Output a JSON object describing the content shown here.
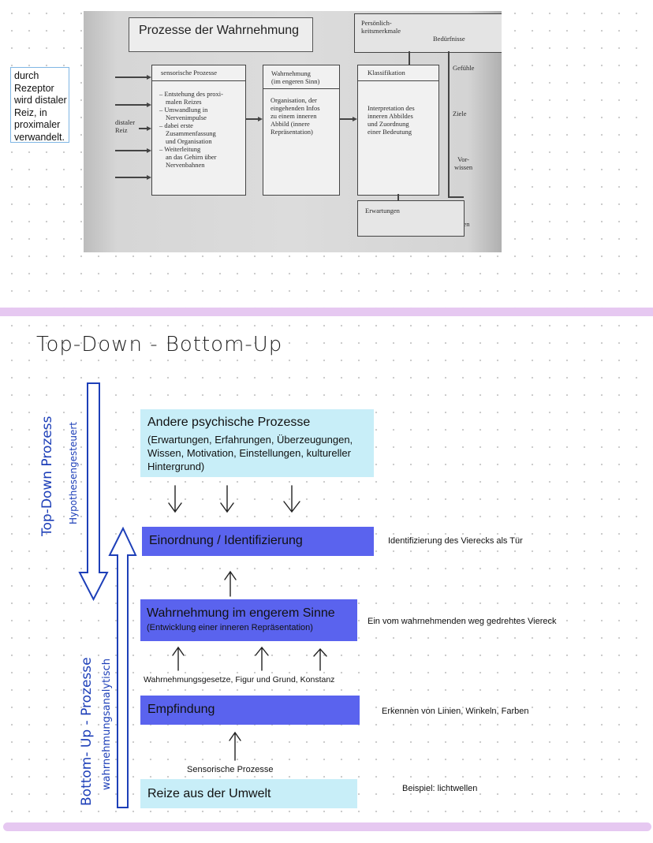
{
  "note": {
    "lines": [
      "durch",
      "Rezeptor",
      "wird distaler",
      "Reiz, in",
      "proximaler",
      "verwandelt."
    ]
  },
  "photo": {
    "title": "Prozesse der Wahrnehmung",
    "left_label": [
      "distaler",
      "Reiz"
    ],
    "box1": {
      "title": "sensorische Prozesse",
      "body": [
        "– Entstehung des proxi-",
        "malen Reizes",
        "– Umwandlung in",
        "Nervenimpulse",
        "– dabei erste",
        "Zusammenfassung",
        "und Organisation",
        "– Weiterleitung",
        "an das Gehirn über",
        "Nervenbahnen"
      ]
    },
    "box2": {
      "title": [
        "Wahrnehmung",
        "(im engeren Sinn)"
      ],
      "body": [
        "Organisation, der",
        "eingehenden Infos",
        "zu einem inneren",
        "Abbild (innere",
        "Repräsentation)"
      ]
    },
    "box3": {
      "title": "Klassifikation",
      "body": [
        "Interpretation des",
        "inneren Abbildes",
        "und Zuordnung",
        "einer Bedeutung"
      ]
    },
    "right_box": [
      "Persönlich-",
      "keitsmerkmale"
    ],
    "right_labels": {
      "beduerfnisse": "Bedürfnisse",
      "gefuehle": "Gefühle",
      "ziele": "Ziele",
      "vorwissen": [
        "Vor-",
        "wissen"
      ],
      "erfahrungen": "Erfahrungen"
    },
    "bottom_box": "Erwartungen"
  },
  "section2": {
    "heading": "Top-Down - Bottom-Up",
    "top_down_label": "Top-Down Prozess",
    "top_down_sub": "Hypothesengesteuert",
    "bottom_up_label": "Bottom- Up - Prozesse",
    "bottom_up_sub": "wahrnehmungsanalytisch",
    "boxes": {
      "andere": {
        "title": "Andere psychische Prozesse",
        "sub": [
          "(Erwartungen, Erfahrungen, Überzeugungen,",
          "Wissen, Motivation, Einstellungen, kultureller",
          "Hintergrund)"
        ]
      },
      "einordnung": "Einordnung / Identifizierung",
      "wahrnehmung": {
        "title": "Wahrnehmung im engerem Sinne",
        "sub": "(Entwicklung einer inneren Repräsentation)"
      },
      "empfindung": "Empfindung",
      "reize": "Reize aus der Umwelt"
    },
    "between": {
      "gesetze": "Wahrnehmungsgesetze, Figur und Grund, Konstanz",
      "sensorisch": "Sensorische Prozesse"
    },
    "side": {
      "einordnung": "Identifizierung des Vierecks als Tür",
      "wahrnehmung": "Ein vom wahrnehmenden weg gedrehtes Viereck",
      "empfindung": "Erkennen von Linien, Winkeln, Farben",
      "reize": "Beispiel: lichtwellen"
    },
    "colors": {
      "cyan_box": "#c8eef8",
      "blue_box": "#5a63ee",
      "label_blue": "#1d3fb8",
      "divider": "#e6c8f1"
    }
  }
}
